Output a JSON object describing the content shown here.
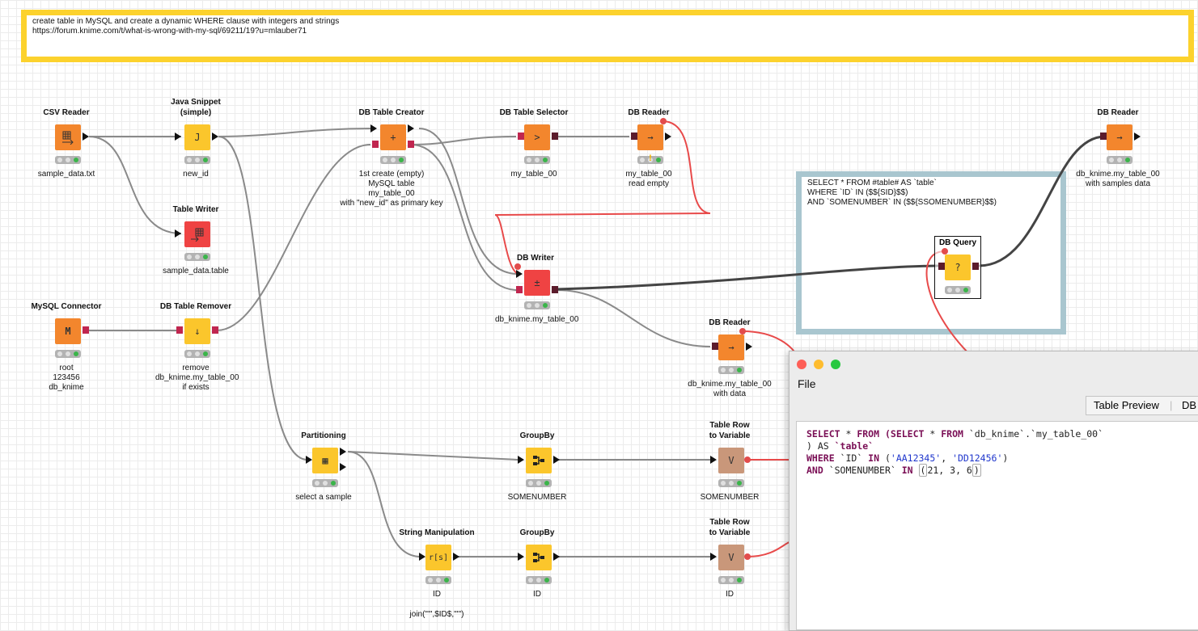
{
  "annotations": {
    "top": {
      "line1": "create table in MySQL and create a dynamic WHERE clause with integers and strings",
      "line2": "https://forum.knime.com/t/what-is-wrong-with-my-sql/69211/19?u=mlauber71"
    },
    "query": {
      "line1": "SELECT * FROM #table# AS `table`",
      "line2": "WHERE `ID` IN ($${SID}$$)",
      "line3": "AND `SOMENUMBER` IN ($${SSOMENUMBER}$$)"
    }
  },
  "nodes": {
    "csv_reader": {
      "title": "CSV Reader",
      "icon": "table-read-icon",
      "label": "sample_data.txt"
    },
    "java_snippet": {
      "title1": "Java Snippet",
      "title2": "(simple)",
      "icon": "J",
      "label": "new_id"
    },
    "table_writer": {
      "title": "Table Writer",
      "icon": "table-write-icon",
      "label": "sample_data.table"
    },
    "mysql_connector": {
      "title": "MySQL Connector",
      "icon": "M",
      "label1": "root",
      "label2": "123456",
      "label3": "db_knime"
    },
    "db_table_remover": {
      "title": "DB Table Remover",
      "icon": "↓",
      "label1": "remove",
      "label2": "db_knime.my_table_00",
      "label3": "if exists"
    },
    "db_table_creator": {
      "title": "DB Table Creator",
      "icon": "+",
      "label1": "1st create (empty)",
      "label2": "MySQL table",
      "label3": "my_table_00",
      "label4": "with \"new_id\" as primary key"
    },
    "db_table_selector": {
      "title": "DB Table Selector",
      "icon": ">",
      "label": "my_table_00"
    },
    "db_reader_1": {
      "title": "DB Reader",
      "icon": "→",
      "label1": "my_table_00",
      "label2": "read empty"
    },
    "db_writer": {
      "title": "DB Writer",
      "icon": "±",
      "label": "db_knime.my_table_00"
    },
    "db_reader_2": {
      "title": "DB Reader",
      "icon": "→",
      "label1": "db_knime.my_table_00",
      "label2": "with data"
    },
    "db_query": {
      "title": "DB Query",
      "icon": "?"
    },
    "db_reader_3": {
      "title": "DB Reader",
      "icon": "→",
      "label1": "db_knime.my_table_00",
      "label2": "with samples data"
    },
    "partitioning": {
      "title": "Partitioning",
      "icon": "▦",
      "label": "select a sample"
    },
    "groupby_1": {
      "title": "GroupBy",
      "label": "SOMENUMBER"
    },
    "trv_1": {
      "title1": "Table Row",
      "title2": "to Variable",
      "icon": "V",
      "label": "SOMENUMBER"
    },
    "string_manip": {
      "title": "String Manipulation",
      "icon": "r[s]",
      "label": "ID",
      "label2": "join(\"'\",$ID$,\"'\")"
    },
    "groupby_2": {
      "title": "GroupBy",
      "label": "ID"
    },
    "trv_2": {
      "title1": "Table Row",
      "title2": "to Variable",
      "icon": "V",
      "label": "ID"
    }
  },
  "dialog": {
    "menu": "File",
    "tabs": [
      "Table Preview",
      "DB"
    ],
    "sql": {
      "kw_select": "SELECT",
      "kw_from": "FROM",
      "open": " * ",
      "paren_select": "(SELECT",
      "star2": " * ",
      "from2": "FROM",
      "table_ref": " `db_knime`.`my_table_00`",
      "close_as": ") AS",
      "alias": " `table`",
      "kw_where": "WHERE",
      "id_col": " `ID` ",
      "kw_in": "IN",
      "ids_open": " (",
      "str1": "'AA12345'",
      "comma": ", ",
      "str2": "'DD12456'",
      "ids_close": ")",
      "kw_and": "AND",
      "num_col": " `SOMENUMBER` ",
      "kw_in2": "IN",
      "nums": "21, 3, 6"
    }
  },
  "colors": {
    "orange": "#f3862d",
    "yellow": "#fbc62c",
    "red": "#ef4343",
    "brown": "#c9977a",
    "annotation_yellow": "#fcd22d",
    "annotation_blue": "#a9c6cf"
  }
}
